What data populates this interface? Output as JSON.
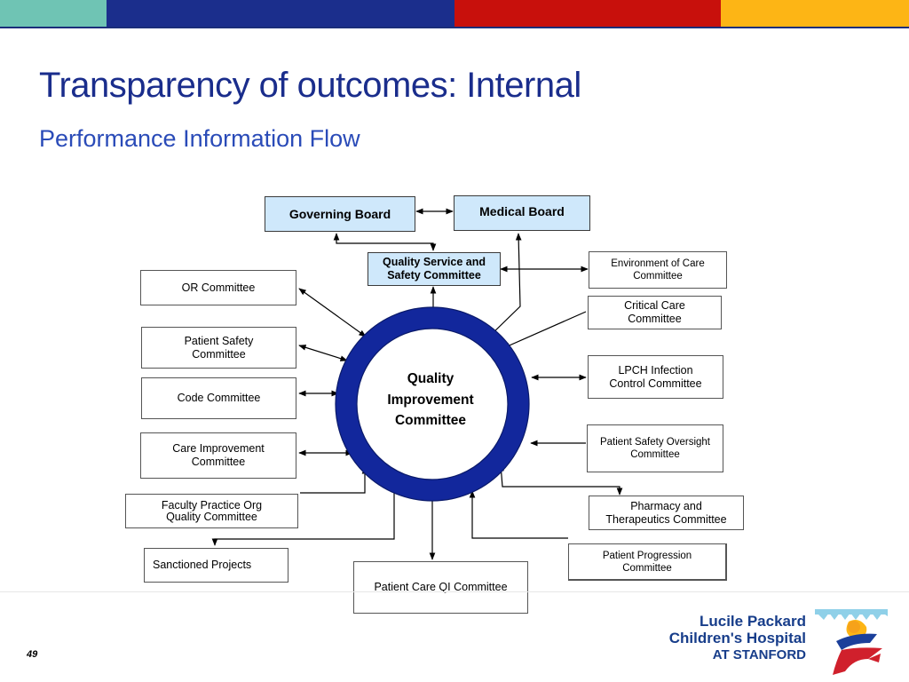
{
  "header": {
    "title": "Transparency of outcomes: Internal",
    "subtitle": "Performance Information Flow",
    "stripe_colors": [
      "#6fc4b4",
      "#1b2e8c",
      "#c8100c",
      "#fdb515"
    ]
  },
  "diagram": {
    "center": "Quality\nImprovement\nCommittee",
    "governing_board": "Governing Board",
    "medical_board": "Medical Board",
    "quality_service": "Quality Service and\nSafety Committee",
    "or_committee": "OR Committee",
    "patient_safety": "Patient Safety\nCommittee",
    "code_committee": "Code Committee",
    "care_improvement": "Care Improvement\nCommittee",
    "faculty_practice": "Faculty Practice Org\nQuality Committee",
    "sanctioned_projects": "Sanctioned Projects",
    "patient_care_qi": "Patient Care QI Committee",
    "environment_of_care": "Environment of Care\nCommittee",
    "critical_care": "Critical Care\nCommittee",
    "lpch_infection": "LPCH Infection\nControl Committee",
    "patient_safety_oversight": "Patient Safety Oversight\nCommittee",
    "pharmacy": "Pharmacy and\nTherapeutics Committee",
    "patient_progression": "Patient Progression\nCommittee"
  },
  "footer": {
    "page_number": "49",
    "logo_line1": "Lucile Packard",
    "logo_line2": "Children's Hospital",
    "logo_line3": "AT STANFORD"
  }
}
